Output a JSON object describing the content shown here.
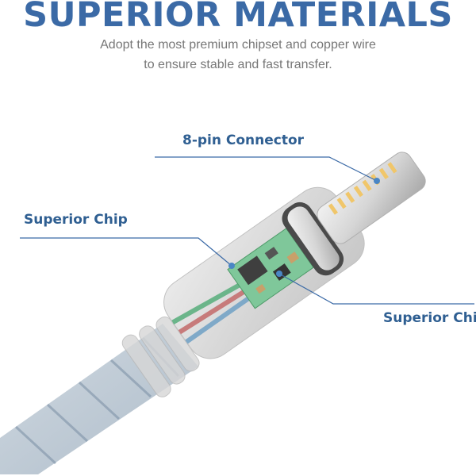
{
  "title": "SUPERIOR MATERIALS",
  "subtitle_line1": "Adopt the most premium chipset and copper wire",
  "subtitle_line2": "to ensure stable and fast transfer.",
  "callouts": {
    "connector": "8-pin Connector",
    "chip_left": "Superior Chip",
    "chip_right": "Superior Chip"
  },
  "colors": {
    "accent": "#3b6aa6",
    "callout_text": "#2f5f92",
    "subtitle": "#777777"
  }
}
